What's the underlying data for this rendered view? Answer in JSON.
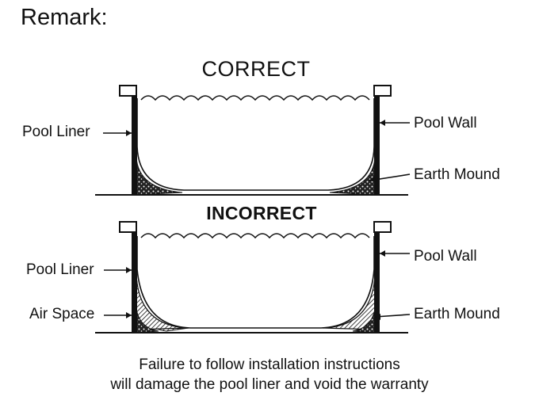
{
  "heading": "Remark:",
  "correct": {
    "title": "CORRECT",
    "labels": {
      "pool_liner": "Pool Liner",
      "pool_wall": "Pool Wall",
      "earth_mound": "Earth Mound"
    }
  },
  "incorrect": {
    "title": "INCORRECT",
    "labels": {
      "pool_liner": "Pool Liner",
      "air_space": "Air Space",
      "pool_wall": "Pool Wall",
      "earth_mound": "Earth Mound"
    }
  },
  "footer": {
    "line1": "Failure to follow installation instructions",
    "line2": "will damage the pool liner and void the warranty"
  }
}
